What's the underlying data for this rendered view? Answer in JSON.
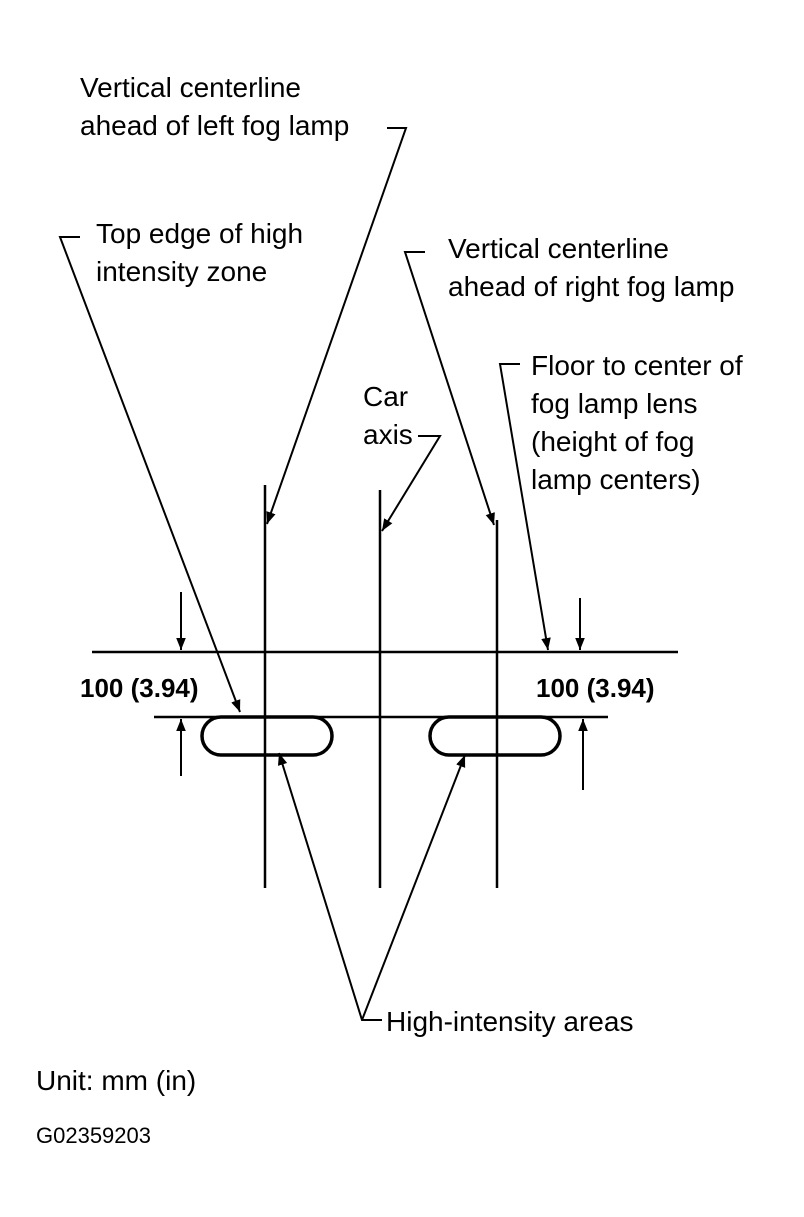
{
  "labels": {
    "left_centerline": [
      "Vertical centerline",
      "ahead of left fog lamp"
    ],
    "top_edge": [
      "Top edge of high",
      "intensity zone"
    ],
    "right_centerline": [
      "Vertical centerline",
      "ahead of right fog lamp"
    ],
    "floor_to_center": [
      "Floor to center of",
      "fog lamp lens",
      "(height of fog",
      "lamp centers)"
    ],
    "car_axis": [
      "Car",
      "axis"
    ],
    "high_intensity": "High-intensity areas"
  },
  "dimensions": {
    "left": "100 (3.94)",
    "right": "100 (3.94)"
  },
  "unit_note": "Unit: mm (in)",
  "figure_id": "G02359203"
}
